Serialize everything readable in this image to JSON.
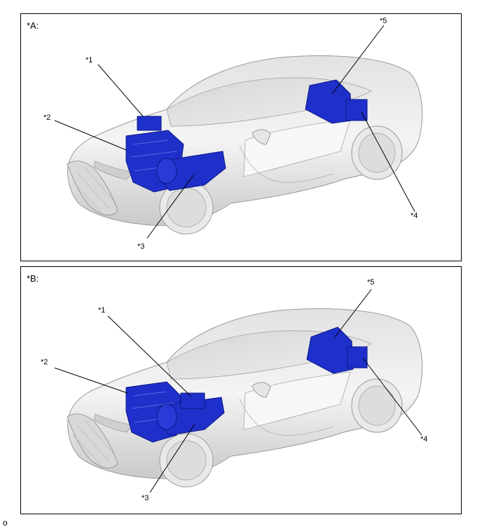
{
  "panels": [
    {
      "label": "*A:",
      "callouts": [
        "*1",
        "*2",
        "*3",
        "*4",
        "*5"
      ]
    },
    {
      "label": "*B:",
      "callouts": [
        "*1",
        "*2",
        "*3",
        "*4",
        "*5"
      ]
    }
  ],
  "footer_code": "o",
  "colors": {
    "car_body": "#eeeeee",
    "car_shadow": "#bdbdbd",
    "component_blue": "#1f2fc9",
    "component_dark": "#0a1a8a"
  }
}
